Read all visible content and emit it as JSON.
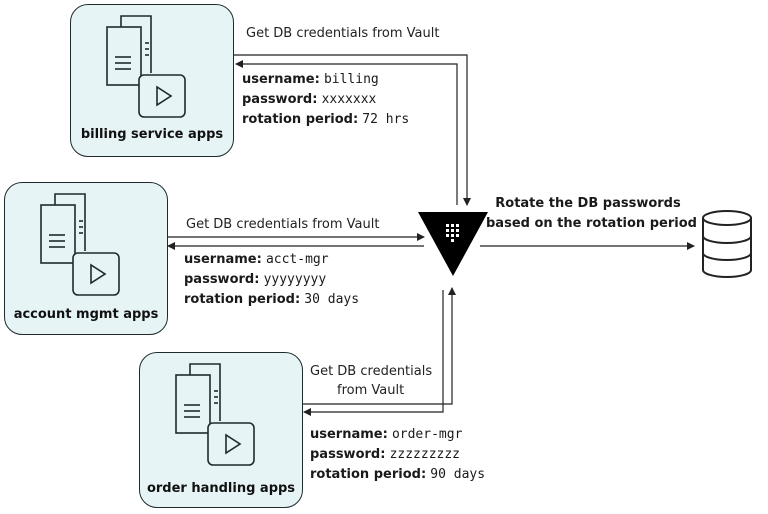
{
  "apps": [
    {
      "label": "billing service apps",
      "flow_label": "Get DB credentials from Vault",
      "credentials": {
        "username_key": "username:",
        "username": "billing",
        "password_key": "password:",
        "password": "xxxxxxx",
        "rotation_key": "rotation period:",
        "rotation": "72 hrs"
      }
    },
    {
      "label": "account mgmt apps",
      "flow_label": "Get DB credentials from Vault",
      "credentials": {
        "username_key": "username:",
        "username": "acct-mgr",
        "password_key": "password:",
        "password": "yyyyyyyy",
        "rotation_key": "rotation period:",
        "rotation": "30 days"
      }
    },
    {
      "label": "order handling apps",
      "flow_label_line1": "Get DB credentials",
      "flow_label_line2": "from Vault",
      "credentials": {
        "username_key": "username:",
        "username": "order-mgr",
        "password_key": "password:",
        "password": "zzzzzzzzz",
        "rotation_key": "rotation period:",
        "rotation": "90 days"
      }
    }
  ],
  "vault": {
    "icon": "vault-triangle-icon"
  },
  "rotate_label": {
    "line1": "Rotate the DB passwords",
    "line2": "based on the rotation period"
  },
  "database": {
    "icon": "database-icon"
  },
  "colors": {
    "app_box_fill": "#e6f4f6",
    "app_box_border": "#1f2a2e",
    "line": "#222222",
    "vault": "#000000"
  }
}
